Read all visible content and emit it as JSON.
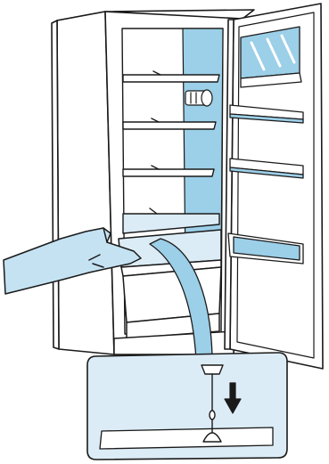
{
  "colors": {
    "line": "#1a1a1a",
    "fill_light": "#dcecf6",
    "fill_mid": "#b8dbee",
    "fill_blue": "#9ccfe8",
    "fill_hand": "#c4e2f2",
    "background": "#ffffff"
  },
  "scene": {
    "subject": "refrigerator-open-door",
    "action": "hand-pulling-out-crisper-drawer",
    "detail_inset": "defrost-drain-plug-with-down-arrow"
  }
}
